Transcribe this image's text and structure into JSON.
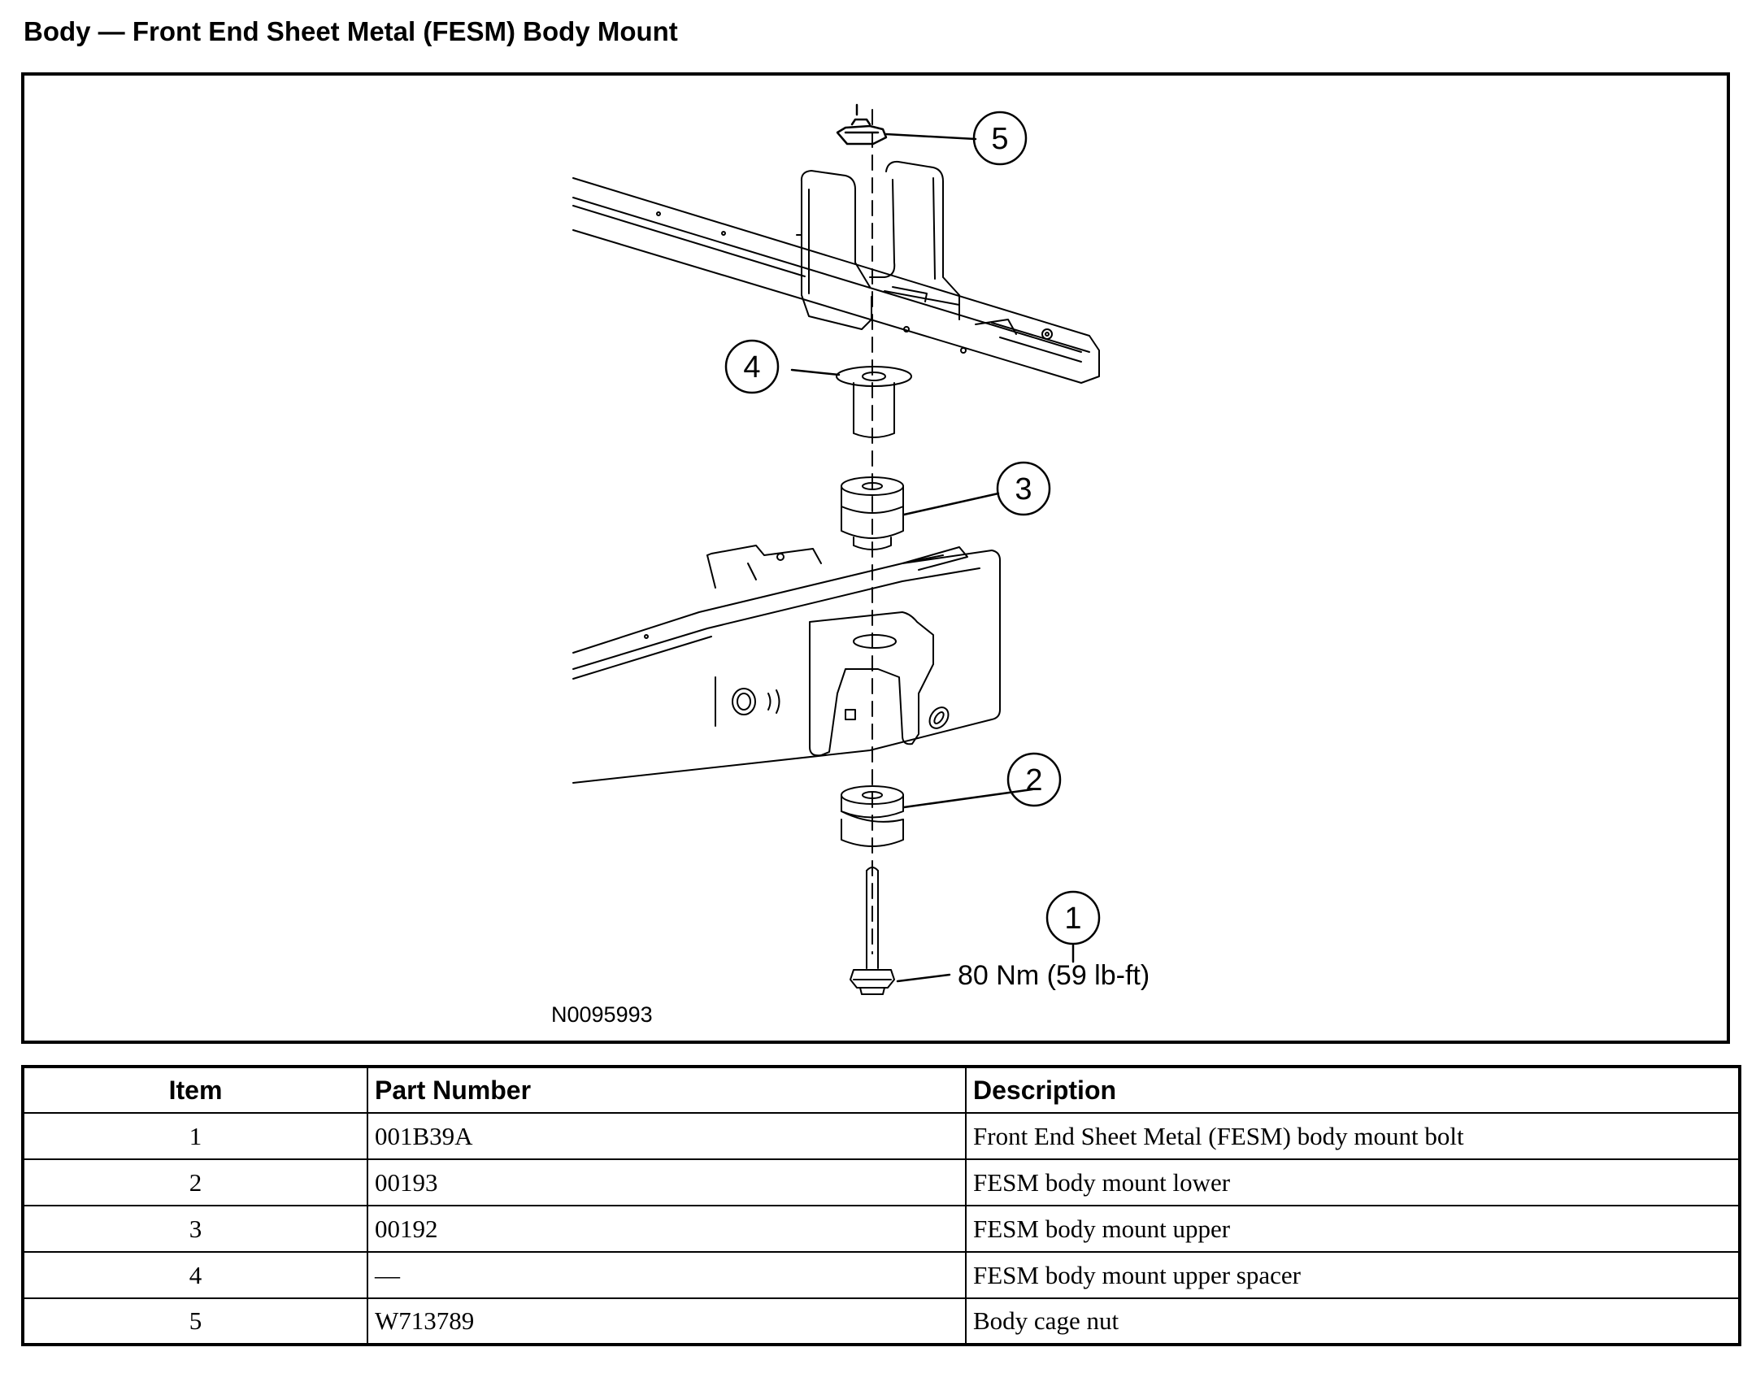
{
  "page_title": "Body — Front End Sheet Metal (FESM) Body Mount",
  "figure": {
    "figure_id": "N0095993",
    "torque": "80 Nm (59 lb-ft)",
    "callouts": [
      "1",
      "2",
      "3",
      "4",
      "5"
    ]
  },
  "table": {
    "headers": {
      "item": "Item",
      "part_number": "Part Number",
      "description": "Description"
    },
    "rows": [
      {
        "item": "1",
        "part_number": "001B39A",
        "description": "Front End Sheet Metal (FESM) body mount bolt"
      },
      {
        "item": "2",
        "part_number": "00193",
        "description": "FESM body mount lower"
      },
      {
        "item": "3",
        "part_number": "00192",
        "description": "FESM body mount upper"
      },
      {
        "item": "4",
        "part_number": "—",
        "description": "FESM body mount upper spacer"
      },
      {
        "item": "5",
        "part_number": "W713789",
        "description": "Body cage nut"
      }
    ]
  }
}
